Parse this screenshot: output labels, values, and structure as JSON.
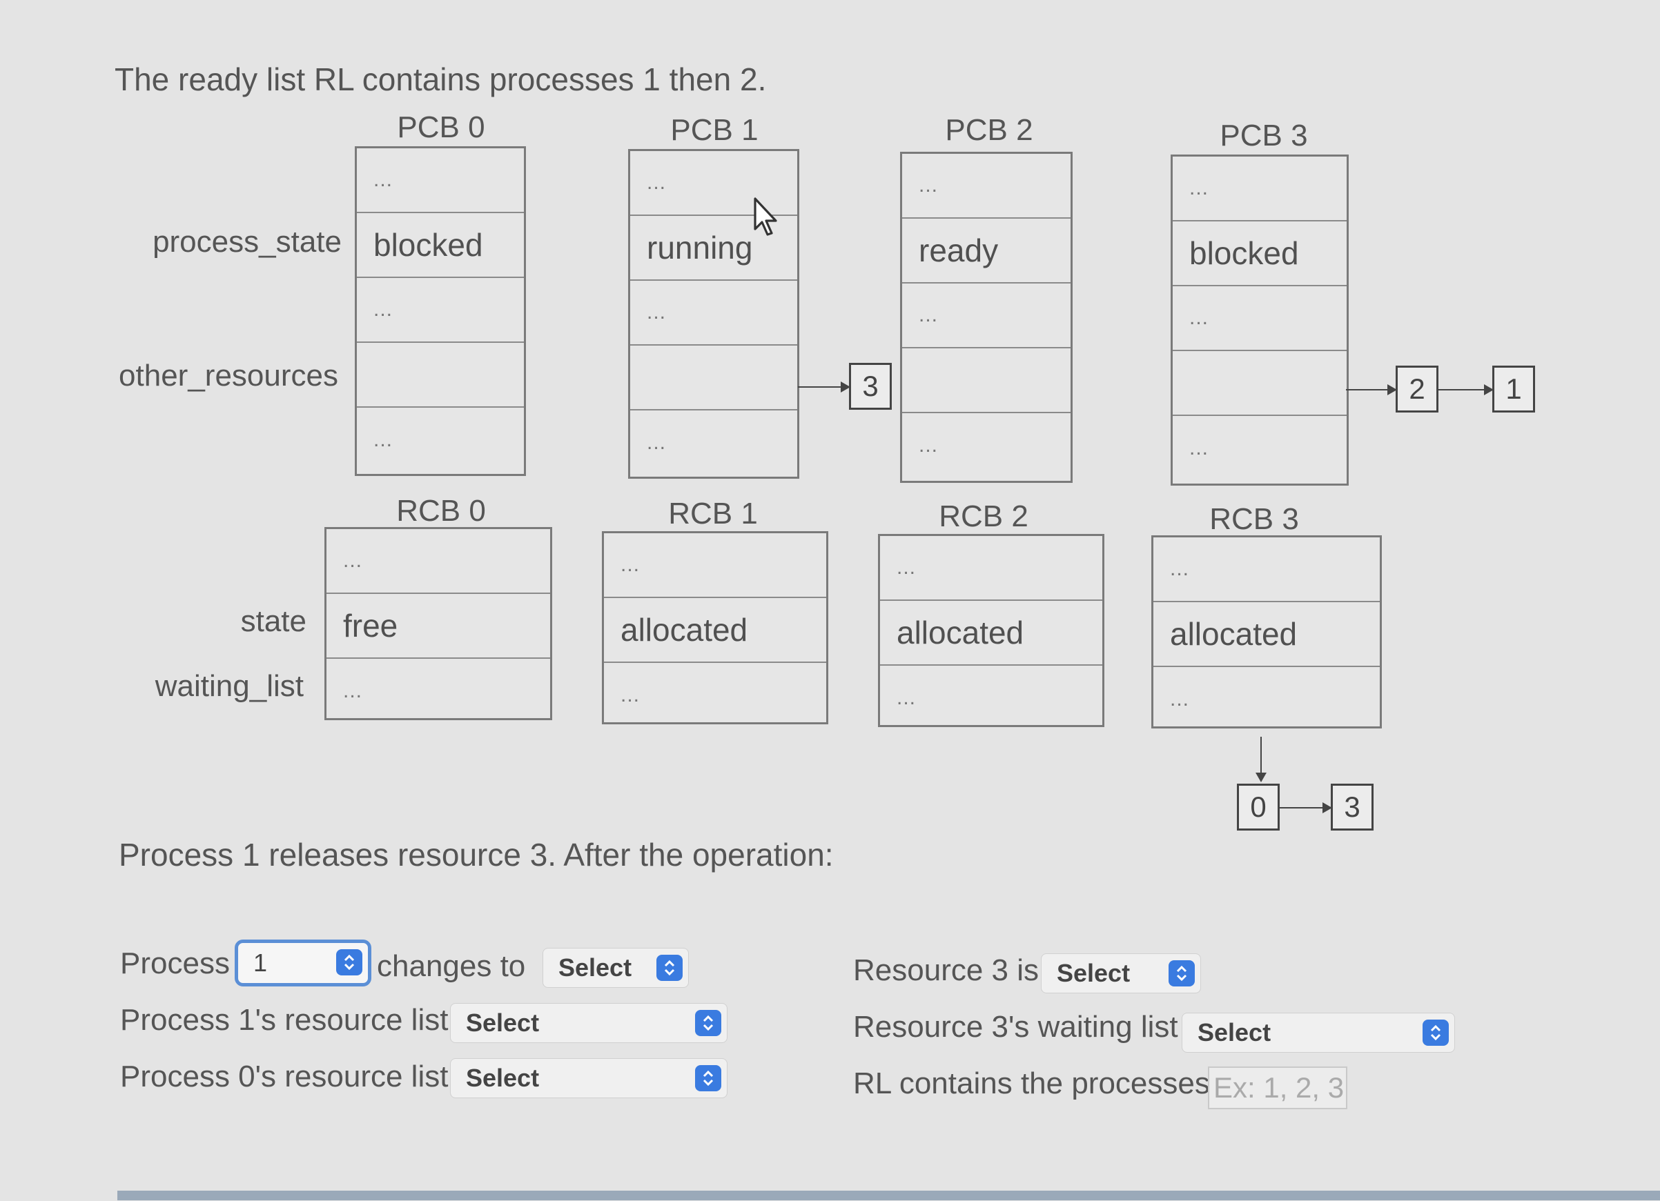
{
  "intro": "The ready list RL contains processes 1 then 2.",
  "pcb_labels": {
    "process_state": "process_state",
    "other_resources": "other_resources"
  },
  "pcbs": [
    {
      "header": "PCB 0",
      "c0": "...",
      "state": "blocked",
      "c2": "...",
      "res": "",
      "c4": "..."
    },
    {
      "header": "PCB 1",
      "c0": "...",
      "state": "running",
      "c2": "...",
      "res": "",
      "c4": "..."
    },
    {
      "header": "PCB 2",
      "c0": "...",
      "state": "ready",
      "c2": "...",
      "res": "",
      "c4": "..."
    },
    {
      "header": "PCB 3",
      "c0": "...",
      "state": "blocked",
      "c2": "...",
      "res": "",
      "c4": "..."
    }
  ],
  "pcb_resource_links": {
    "pcb1": [
      "3"
    ],
    "pcb3": [
      "2",
      "1"
    ]
  },
  "rcb_labels": {
    "state": "state",
    "waiting_list": "waiting_list"
  },
  "rcbs": [
    {
      "header": "RCB 0",
      "c0": "...",
      "state": "free",
      "wl": "..."
    },
    {
      "header": "RCB 1",
      "c0": "...",
      "state": "allocated",
      "wl": "..."
    },
    {
      "header": "RCB 2",
      "c0": "...",
      "state": "allocated",
      "wl": "..."
    },
    {
      "header": "RCB 3",
      "c0": "...",
      "state": "allocated",
      "wl": "..."
    }
  ],
  "rcb3_waiting_links": [
    "0",
    "3"
  ],
  "operation": "Process 1 releases resource 3. After the operation:",
  "questions": {
    "process_label": "Process",
    "process_value": "1",
    "changes_to": "changes to",
    "changes_to_value": "Select",
    "p1_res_label": "Process 1's resource list",
    "p1_res_value": "Select",
    "p0_res_label": "Process 0's resource list",
    "p0_res_value": "Select",
    "r3_is_label": "Resource 3 is",
    "r3_is_value": "Select",
    "r3_wl_label": "Resource 3's waiting list",
    "r3_wl_value": "Select",
    "rl_label": "RL contains the processes",
    "rl_placeholder": "Ex: 1, 2, 3"
  },
  "icons": {
    "stepper": "up-down-chevron-icon",
    "cursor": "mouse-pointer-icon"
  },
  "colors": {
    "stepper": "#3a7be0",
    "focus": "#5b8fd6",
    "background": "#e4e4e4"
  }
}
